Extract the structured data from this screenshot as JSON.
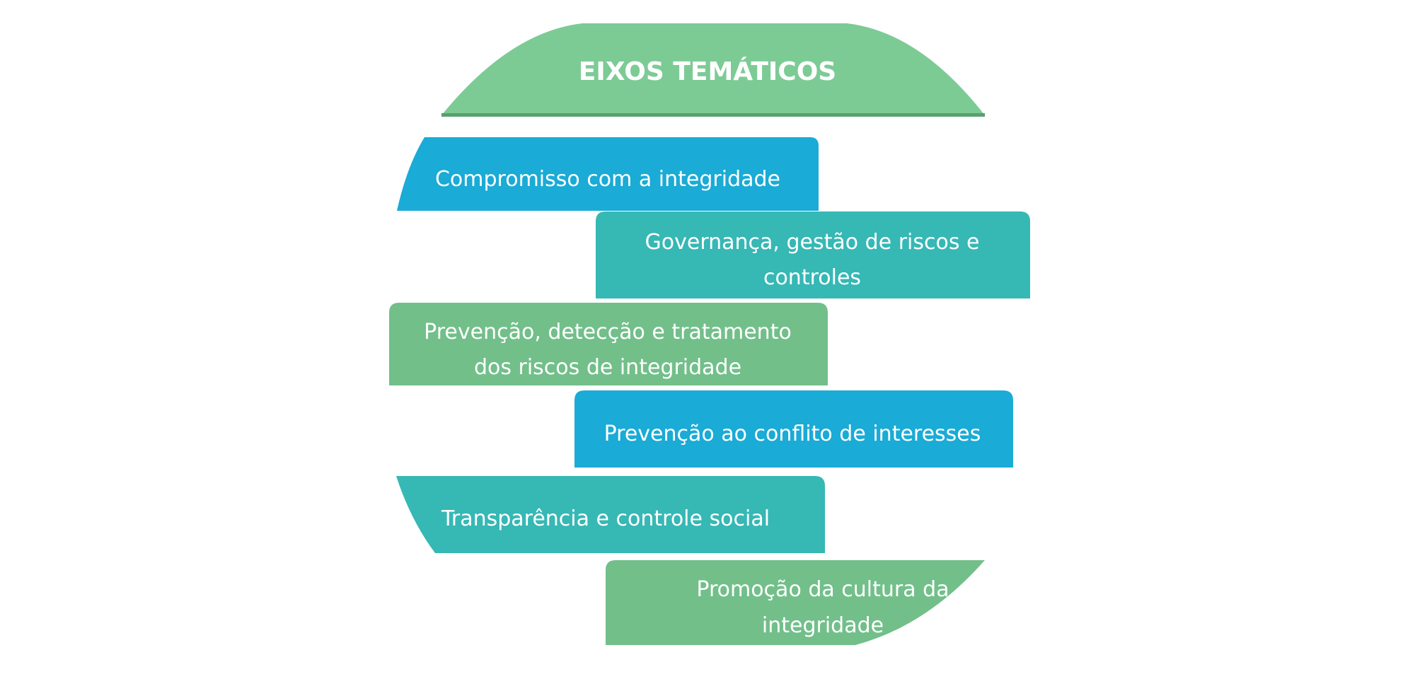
{
  "title": "EIXOS TEMÁTICOS",
  "colors": {
    "header": "#7ccb95",
    "blue": "#1aabd6",
    "teal": "#36b8b5",
    "green": "#72bf8a"
  },
  "items": [
    {
      "lines": [
        "Compromisso com a integridade"
      ]
    },
    {
      "lines": [
        "Governança, gestão de riscos e",
        "controles"
      ]
    },
    {
      "lines": [
        "Prevenção, detecção e tratamento",
        "dos riscos de integridade"
      ]
    },
    {
      "lines": [
        "Prevenção ao conflito de interesses"
      ]
    },
    {
      "lines": [
        "Transparência e controle social"
      ]
    },
    {
      "lines": [
        "Promoção da cultura da",
        "integridade"
      ]
    }
  ]
}
